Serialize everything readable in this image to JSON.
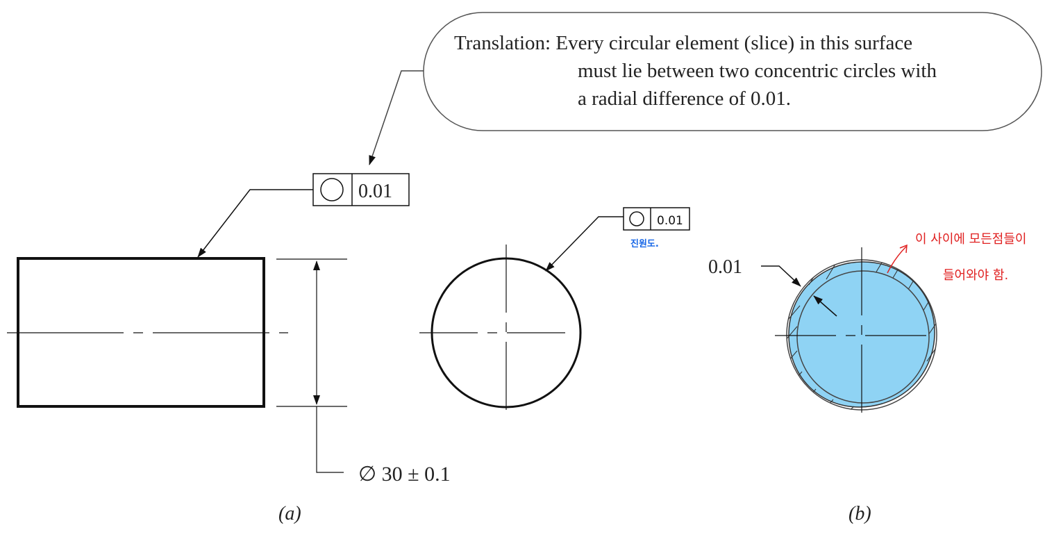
{
  "callout": {
    "line1": "Translation: Every circular element (slice) in this surface",
    "line2": "must lie between two concentric circles with",
    "line3": "a radial difference of 0.01."
  },
  "fcf_main": {
    "symbol": "circularity-icon",
    "value": "0.01"
  },
  "fcf_small": {
    "symbol": "circularity-icon",
    "value": "0.01"
  },
  "annotation_blue": "진원도.",
  "annotation_red": {
    "line1": "이 사이에 모든점들이",
    "line2": "들어와야 함."
  },
  "dimension": "∅ 30 ± 0.1",
  "tolerance_label": "0.01",
  "captions": {
    "a": "(a)",
    "b": "(b)"
  },
  "colors": {
    "line": "#111111",
    "callout_border": "#555555",
    "tolerance_fill": "#8fd3f4",
    "blue_note": "#1565e6",
    "red_note": "#e02020"
  }
}
